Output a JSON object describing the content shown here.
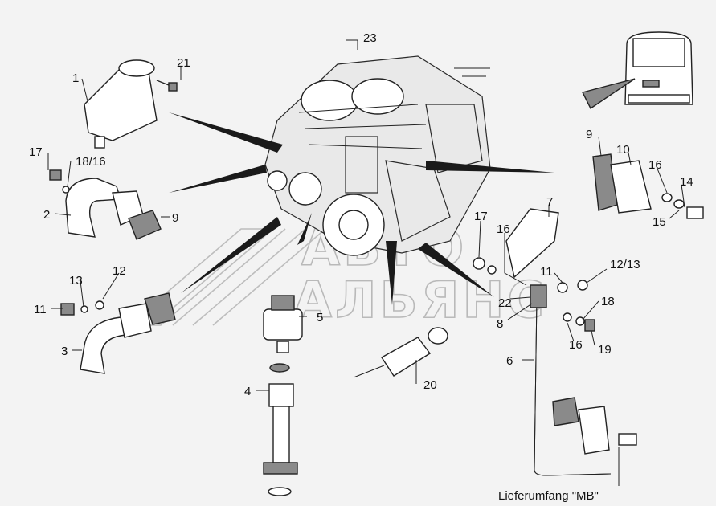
{
  "watermark": {
    "line1": "АВТО",
    "line2": "АЛЬЯНС"
  },
  "caption": "Lieferumfang \"MB\"",
  "labels": [
    {
      "id": "23",
      "text": "23"
    },
    {
      "id": "1",
      "text": "1"
    },
    {
      "id": "21",
      "text": "21"
    },
    {
      "id": "17a",
      "text": "17"
    },
    {
      "id": "18-16",
      "text": "18/16"
    },
    {
      "id": "2",
      "text": "2"
    },
    {
      "id": "9a",
      "text": "9"
    },
    {
      "id": "13",
      "text": "13"
    },
    {
      "id": "12",
      "text": "12"
    },
    {
      "id": "11a",
      "text": "11"
    },
    {
      "id": "3",
      "text": "3"
    },
    {
      "id": "5",
      "text": "5"
    },
    {
      "id": "4",
      "text": "4"
    },
    {
      "id": "20",
      "text": "20"
    },
    {
      "id": "9b",
      "text": "9"
    },
    {
      "id": "10",
      "text": "10"
    },
    {
      "id": "16a",
      "text": "16"
    },
    {
      "id": "14",
      "text": "14"
    },
    {
      "id": "15",
      "text": "15"
    },
    {
      "id": "7",
      "text": "7"
    },
    {
      "id": "17b",
      "text": "17"
    },
    {
      "id": "16b",
      "text": "16"
    },
    {
      "id": "11b",
      "text": "11"
    },
    {
      "id": "12-13",
      "text": "12/13"
    },
    {
      "id": "22",
      "text": "22"
    },
    {
      "id": "18",
      "text": "18"
    },
    {
      "id": "8",
      "text": "8"
    },
    {
      "id": "16c",
      "text": "16"
    },
    {
      "id": "19",
      "text": "19"
    },
    {
      "id": "6",
      "text": "6"
    }
  ]
}
